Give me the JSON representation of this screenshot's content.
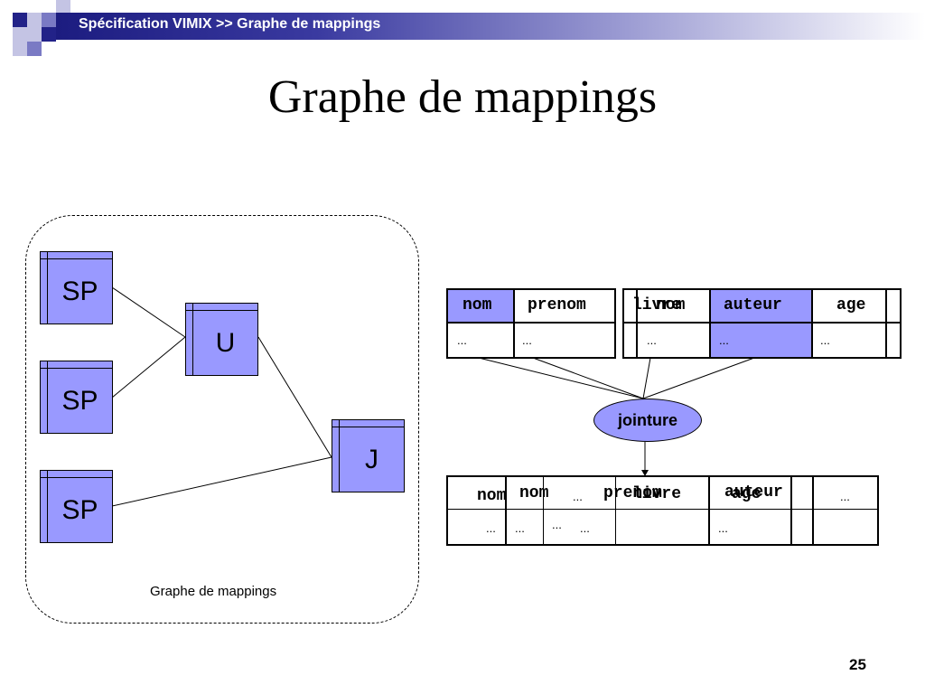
{
  "header": {
    "text": "Spécification VIMIX >> Graphe de mappings"
  },
  "slide": {
    "title": "Graphe de mappings",
    "page_number": "25"
  },
  "mapping_graph": {
    "caption": "Graphe de mappings",
    "nodes": {
      "sp1": "SP",
      "sp2": "SP",
      "sp3": "SP",
      "union": "U",
      "join": "J"
    }
  },
  "table_left": {
    "headers": [
      "nom",
      "prenom"
    ],
    "row": [
      "...",
      "..."
    ]
  },
  "table_right": {
    "overlap_header": "livre",
    "headers": [
      "nom",
      "auteur",
      "age"
    ],
    "row": [
      "...",
      "...",
      "..."
    ]
  },
  "join": {
    "label": "jointure"
  },
  "table_result": {
    "headers_a": [
      "nom",
      "nom",
      "...",
      "prenom",
      "age"
    ],
    "headers_b": [
      "livre",
      "auteur",
      "..."
    ],
    "row": [
      "...",
      "...",
      "...",
      "...",
      "..."
    ]
  },
  "colors": {
    "node_fill": "#9999ff",
    "header_gradient_start": "#1c1c80",
    "decor_square": "#33339a"
  }
}
